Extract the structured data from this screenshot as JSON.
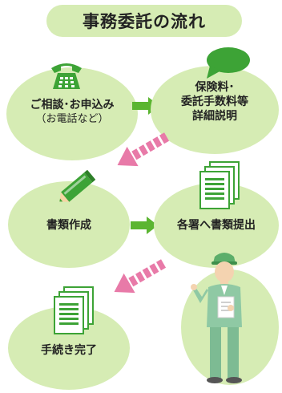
{
  "title": "事務委託の流れ",
  "steps": {
    "consult": {
      "line1": "ご相談･お申込み",
      "line2": "（お電話など）",
      "icon": "telephone-icon"
    },
    "explain": {
      "line1": "保険料･",
      "line2": "委託手数料等",
      "line3": "詳細説明",
      "icon": "speech-bubble-icon"
    },
    "documents": {
      "line1": "書類作成",
      "icon": "pencil-icon"
    },
    "submit": {
      "line1": "各署へ書類提出",
      "icon": "documents-icon"
    },
    "complete": {
      "line1": "手続き完了",
      "icon": "documents-icon"
    }
  },
  "colors": {
    "bubble": "#d6ecb4",
    "green_arrow": "#5bb531",
    "pink_arrow": "#e87aa8",
    "icon_green": "#3da336"
  }
}
